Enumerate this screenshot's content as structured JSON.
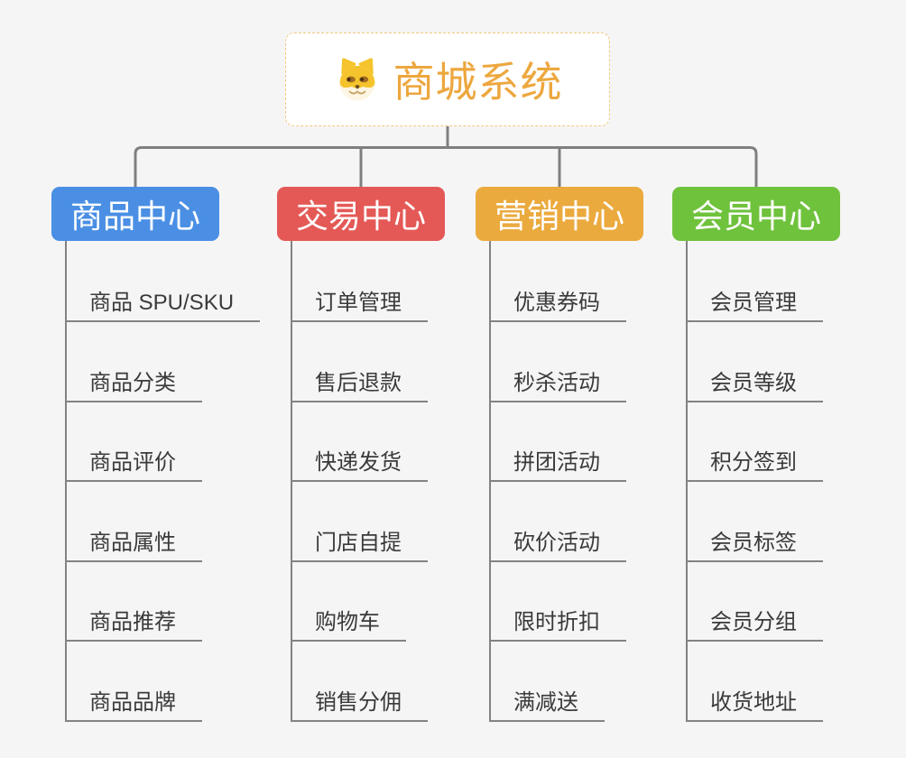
{
  "background": "#f5f5f5",
  "connector_color": "#7f7f7f",
  "root": {
    "title": "商城系统",
    "title_color": "#eda73e",
    "border_color": "#f3c87e",
    "icon": "doge-icon"
  },
  "branches": [
    {
      "label": "商品中心",
      "color": "#4a8fe4",
      "items": [
        "商品 SPU/SKU",
        "商品分类",
        "商品评价",
        "商品属性",
        "商品推荐",
        "商品品牌"
      ]
    },
    {
      "label": "交易中心",
      "color": "#e45956",
      "items": [
        "订单管理",
        "售后退款",
        "快递发货",
        "门店自提",
        "购物车",
        "销售分佣"
      ]
    },
    {
      "label": "营销中心",
      "color": "#ebaa3e",
      "items": [
        "优惠券码",
        "秒杀活动",
        "拼团活动",
        "砍价活动",
        "限时折扣",
        "满减送"
      ]
    },
    {
      "label": "会员中心",
      "color": "#6fc23c",
      "items": [
        "会员管理",
        "会员等级",
        "积分签到",
        "会员标签",
        "会员分组",
        "收货地址"
      ]
    }
  ]
}
